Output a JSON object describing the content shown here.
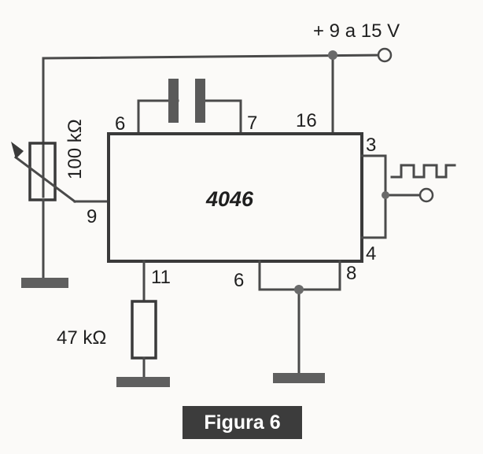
{
  "supply_label": "+ 9 a 15 V",
  "ic_name": "4046",
  "pot_label": "100 kΩ",
  "resistor_label": "47 kΩ",
  "caption": "Figura 6",
  "pins": {
    "p6_top": "6",
    "p7": "7",
    "p16": "16",
    "p3": "3",
    "p9": "9",
    "p4": "4",
    "p11": "11",
    "p6_bottom": "6",
    "p8": "8"
  }
}
